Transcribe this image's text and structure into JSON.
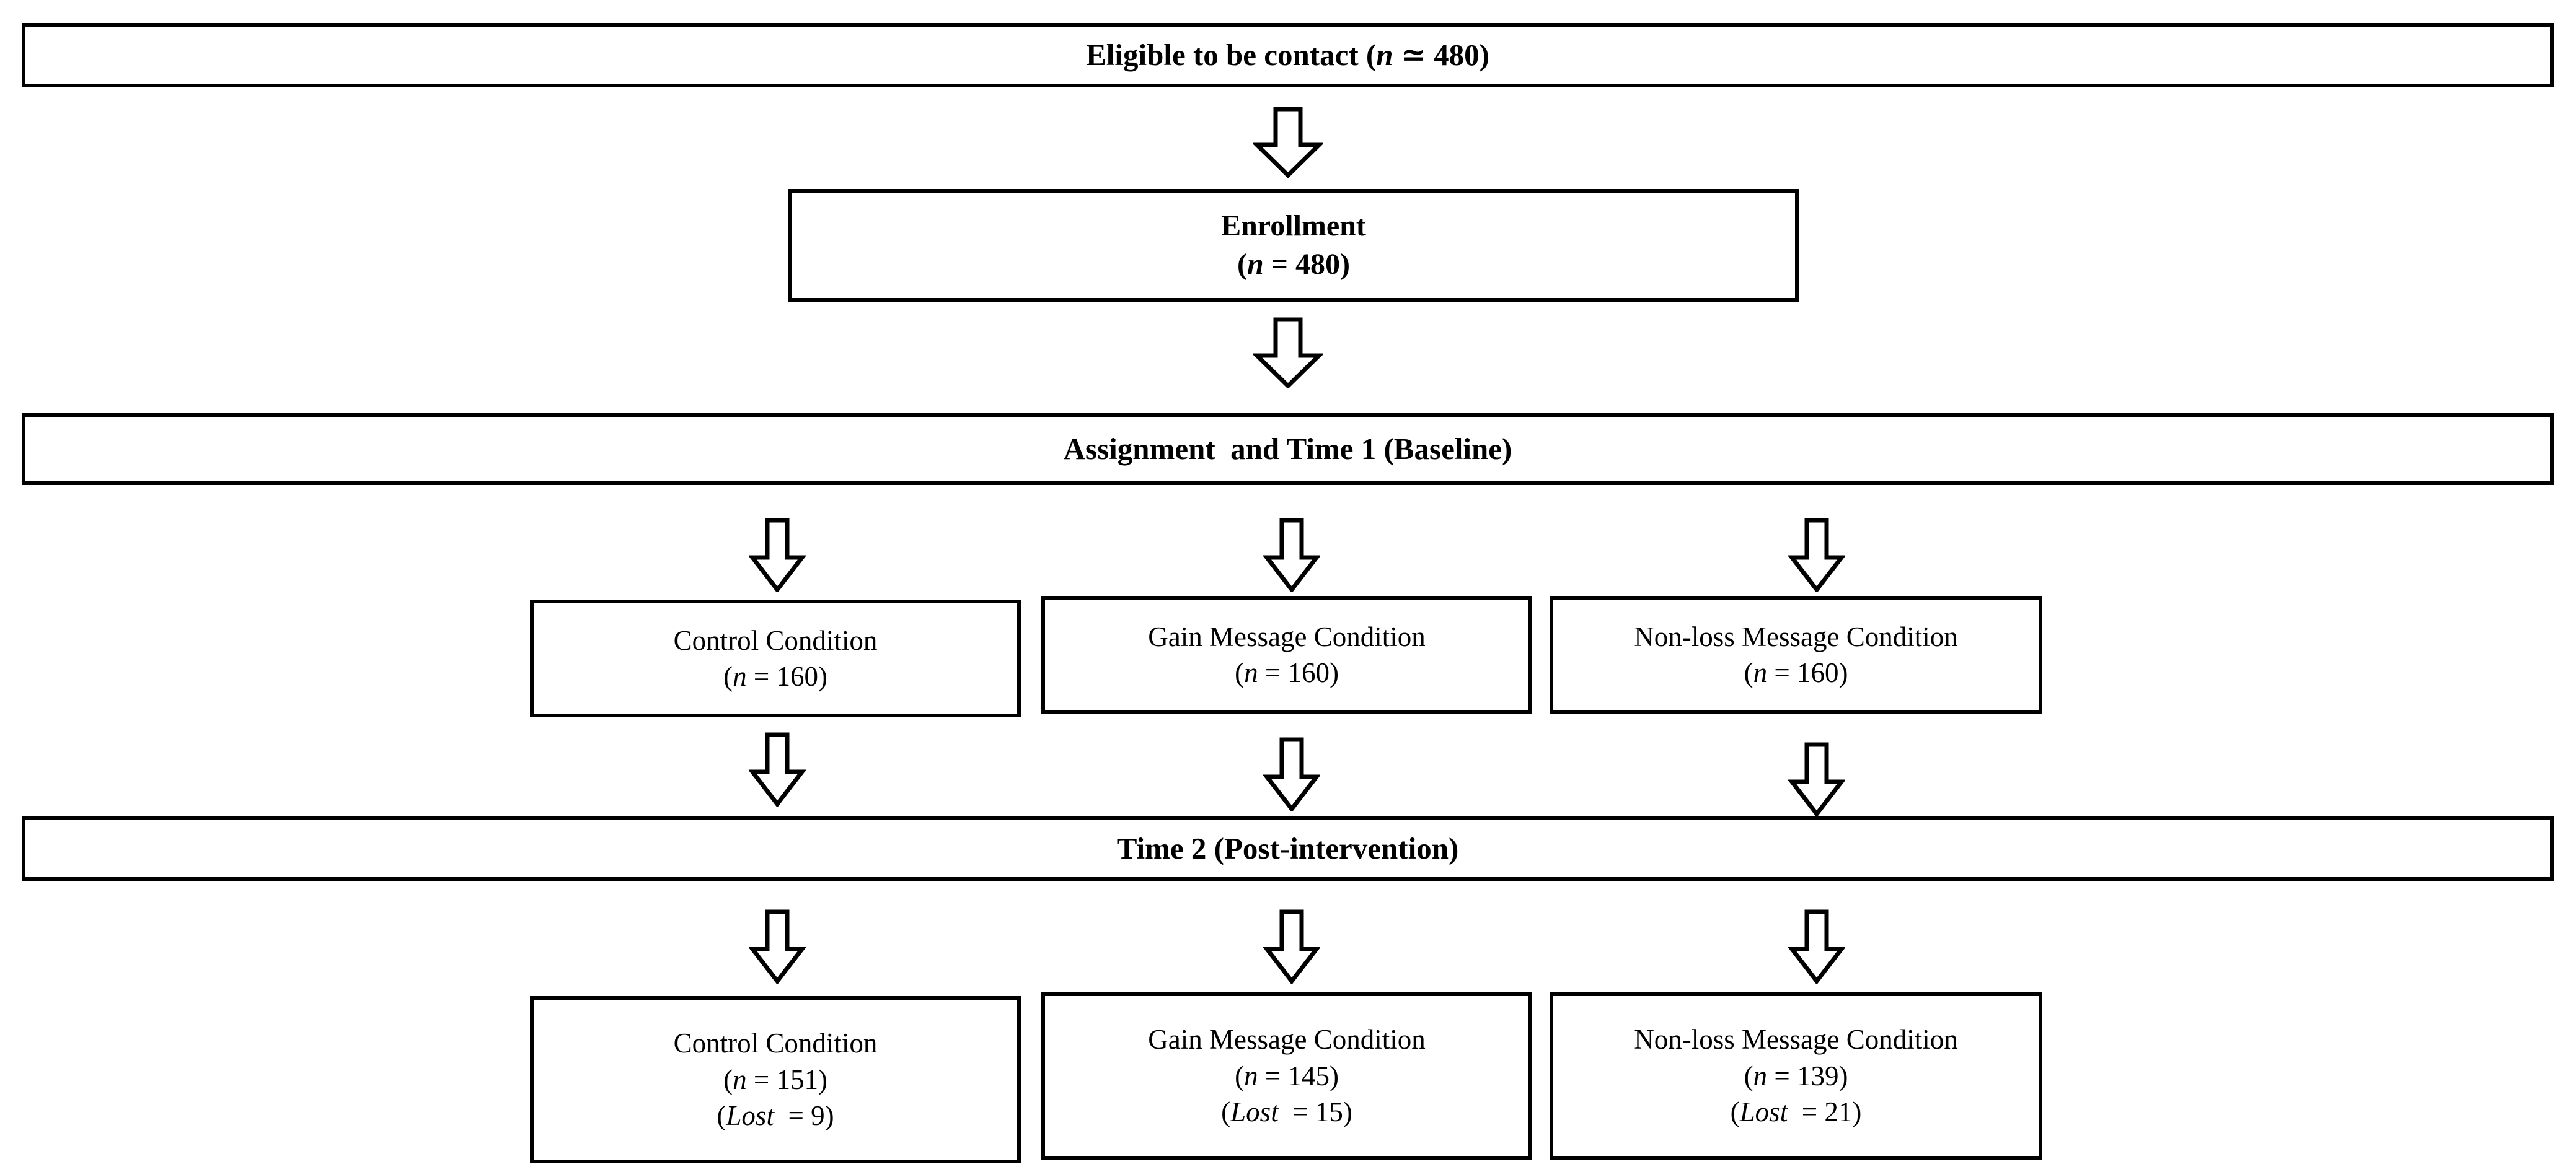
{
  "diagram": {
    "type": "flowchart",
    "title": "CONSORT-style participant flow diagram",
    "background_color": "#ffffff",
    "line_color": "#000000"
  },
  "nodes": {
    "eligible": {
      "label_prefix": "Eligible to be contact (",
      "italic_symbol": "n",
      "label_suffix": " ≃ 480)"
    },
    "enrollment": {
      "line1": "Enrollment",
      "line2_prefix": "(",
      "line2_italic": "n",
      "line2_suffix": " = 480)"
    },
    "assignment_band": {
      "label": "Assignment  and Time 1 (Baseline)"
    },
    "time2_band": {
      "label": "Time 2 (Post-intervention)"
    }
  },
  "time1_conditions": [
    {
      "name": "Control Condition",
      "n_prefix": "(",
      "n_italic": "n",
      "n_suffix": " = 160)",
      "n_value": 160
    },
    {
      "name": "Gain Message Condition",
      "n_prefix": "(",
      "n_italic": "n",
      "n_suffix": " = 160)",
      "n_value": 160
    },
    {
      "name": "Non-loss Message Condition",
      "n_prefix": "(",
      "n_italic": "n",
      "n_suffix": " = 160)",
      "n_value": 160
    }
  ],
  "time2_conditions": [
    {
      "name": "Control Condition",
      "n_prefix": "(",
      "n_italic": "n",
      "n_suffix": " = 151)",
      "n_value": 151,
      "lost_prefix": "(",
      "lost_italic": "Lost",
      "lost_suffix": "  = 9)",
      "lost_value": 9
    },
    {
      "name": "Gain Message Condition",
      "n_prefix": "(",
      "n_italic": "n",
      "n_suffix": " = 145)",
      "n_value": 145,
      "lost_prefix": "(",
      "lost_italic": "Lost",
      "lost_suffix": "  = 15)",
      "lost_value": 15
    },
    {
      "name": "Non-loss Message Condition",
      "n_prefix": "(",
      "n_italic": "n",
      "n_suffix": " = 139)",
      "n_value": 139,
      "lost_prefix": "(",
      "lost_italic": "Lost",
      "lost_suffix": "  = 21)",
      "lost_value": 21
    }
  ],
  "arrows": {
    "glyph": "down-block-arrow",
    "count": 11,
    "style": "hollow outlined downward block arrow"
  }
}
